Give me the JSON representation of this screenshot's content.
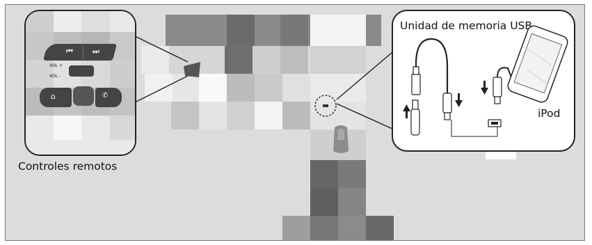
{
  "labels": {
    "remote_controls": "Controles remotos",
    "usb_drive": "Unidad de memoria USB",
    "ipod": "iPod"
  },
  "remote": {
    "vol_plus": "VOL +",
    "vol_minus": "VOL -",
    "prev_symbol": "⏮",
    "next_symbol": "⏭"
  },
  "colors": {
    "background": "#dcdcdc",
    "callout_fill": "#f7f7f7",
    "outline": "#222222",
    "button_dark": "#444444"
  }
}
